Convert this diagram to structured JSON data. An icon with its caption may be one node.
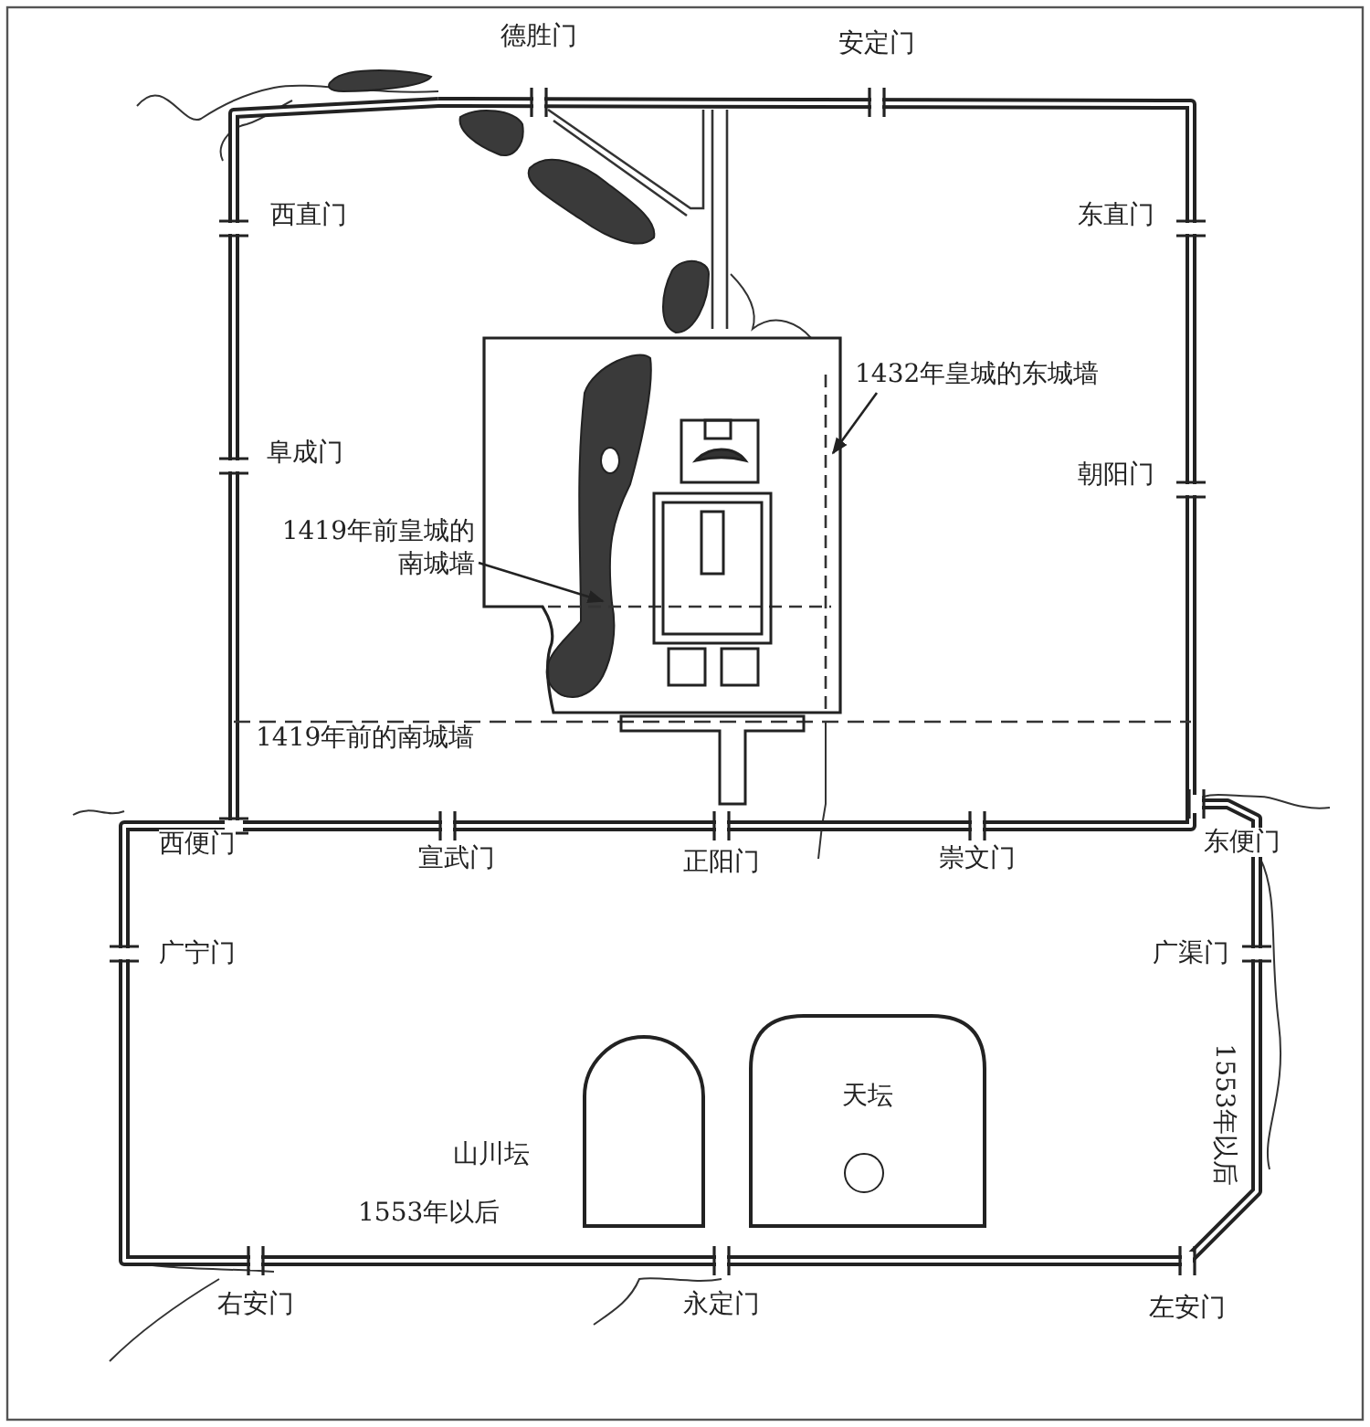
{
  "diagram": {
    "nodes": [
      {
        "text": [],
        "shape": "box"
      },
      {
        "text": [
          "1432年皇城的东城墙"
        ]
      },
      {
        "text": [
          "1419年前皇城的南城墙"
        ]
      },
      {
        "text": [
          "山川坛"
        ]
      },
      {
        "text": [
          "天坛"
        ]
      },
      {
        "text": [],
        "shape": "circle",
        "in": 4
      }
    ],
    "edges": [
      {
        "from": 1,
        "to": 0,
        "arrow": "to"
      },
      {
        "from": 2,
        "to": 0,
        "arrow": "to"
      }
    ],
    "labels": [
      "德胜门",
      "安定门",
      "西直门",
      "东直门",
      "阜成门",
      "朝阳门",
      "1419年前的南城墙",
      "西便门",
      "宣武门",
      "正阳门",
      "崇文门",
      "东便门",
      "广宁门",
      "广渠门",
      "1553年以后",
      "1553年以后",
      "右安门",
      "永定门",
      "左安门"
    ]
  }
}
